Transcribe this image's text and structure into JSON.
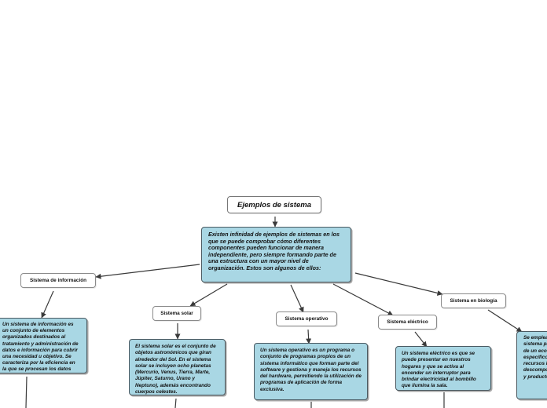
{
  "map": {
    "root": "Ejemplos de sistema",
    "intro": "Existen infinidad de ejemplos de sistemas en los que se puede comprobar cómo diferentes componentes pueden funcionar de manera independiente, pero siempre formando parte de una estructura con un mayor nivel de organización. Estos son algunos de ellos:",
    "branches": {
      "informacion": {
        "label": "Sistema de información",
        "desc": "Un sistema de información es un conjunto de elementos organizados destinados al tratamiento y administración de datos e información para cubrir una necesidad u objetivo. Se caracteriza por la eficiencia en la que se procesan los datos con relación a un fin en específico."
      },
      "solar": {
        "label": "Sistema solar",
        "desc": "El sistema solar es el conjunto de objetos astronómicos que giran alrededor del Sol. En el sistema solar se incluyen ocho planetas (Mercurio, Venus, Tierra, Marte, Júpiter, Saturno, Urano y Neptuno), además encontrando cuerpos celestes."
      },
      "operativo": {
        "label": "Sistema operativo",
        "desc": "Un sistema operativo es un programa o conjunto de programas propios de un sistema informático que forman parte del software y gestiona y maneja los recursos del hardware, permitiendo la utilización de programas de aplicación de forma exclusiva."
      },
      "electrico": {
        "label": "Sistema eléctrico",
        "desc": "Un sistema eléctrico es que se puede presentar en nuestros hogares y que se activa al encender un interruptor para brindar electricidad al bombillo que ilumina la sala."
      },
      "biologia": {
        "label": "Sistema en biología",
        "desc": "Se emplea el término de sistema para integrantes de un ecosistema específicos de los recursos luz solar, en descomposición, plantas y productores..."
      }
    }
  }
}
